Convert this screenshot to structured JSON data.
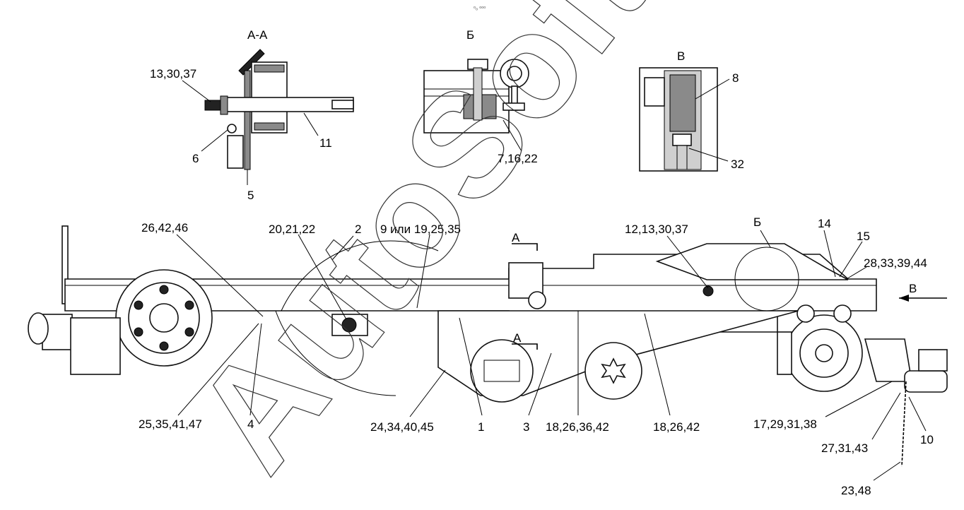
{
  "views": {
    "section_aa": "А-А",
    "view_b": "Б",
    "view_v": "В",
    "tag_b_main": "Б",
    "arrow_v": "В",
    "cut_a_top": "А",
    "cut_a_bottom": "А"
  },
  "labels": {
    "l_13_30_37": "13,30,37",
    "l_6": "6",
    "l_5": "5",
    "l_11": "11",
    "l_7_16_22": "7,16,22",
    "l_8": "8",
    "l_32": "32",
    "l_26_42_46": "26,42,46",
    "l_20_21_22": "20,21,22",
    "l_2": "2",
    "l_9_19_25_35": "9 или 19,25,35",
    "l_12_13_30_37": "12,13,30,37",
    "l_14": "14",
    "l_15": "15",
    "l_28_33_39_44": "28,33,39,44",
    "l_25_35_41_47": "25,35,41,47",
    "l_4": "4",
    "l_24_34_40_45": "24,34,40,45",
    "l_1": "1",
    "l_3": "3",
    "l_18_26_36_42": "18,26,36,42",
    "l_18_26_42": "18,26,42",
    "l_17_29_31_38": "17,29,31,38",
    "l_27_31_43": "27,31,43",
    "l_10": "10",
    "l_23_48": "23,48"
  },
  "watermark": "AutoSoft",
  "top_mark": "ᵒₒ ᵒᵒᵒ"
}
